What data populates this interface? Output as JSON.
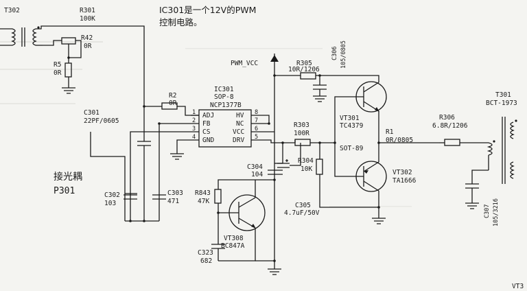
{
  "note": {
    "line1": "IC301是一个12V的PWM",
    "line2": "控制电路。"
  },
  "ic": {
    "ref": "IC301",
    "package": "SOP-8",
    "part": "NCP1377B",
    "pin_nums_left": [
      "1",
      "2",
      "3",
      "4"
    ],
    "pin_names_left": [
      "ADJ",
      "FB",
      "CS",
      "GND"
    ],
    "pin_nums_right": [
      "8",
      "7",
      "6",
      "5"
    ],
    "pin_names_right": [
      "HV",
      "NC",
      "VCC",
      "DRV"
    ]
  },
  "net": {
    "pwm_vcc": "PWM_VCC"
  },
  "opto": {
    "line1": "接光耦",
    "line2": "P301"
  },
  "components": {
    "t302": "T302",
    "r301": {
      "ref": "R301",
      "value": "100K"
    },
    "r42": {
      "ref": "R42",
      "value": "0R"
    },
    "r5": {
      "ref": "R5",
      "value": "0R"
    },
    "r2": {
      "ref": "R2",
      "value": "0R"
    },
    "c301": {
      "ref": "C301",
      "value": "22PF/0605"
    },
    "c302": {
      "ref": "C302",
      "value": "103"
    },
    "c303": {
      "ref": "C303",
      "value": "471"
    },
    "r305": {
      "ref": "R305",
      "value": "10R/1206"
    },
    "c306": {
      "ref": "C306",
      "value": "105/0805"
    },
    "vt301": {
      "ref": "VT301",
      "value": "TC4379"
    },
    "r303": {
      "ref": "R303",
      "value": "100R"
    },
    "sot": "SOT-89",
    "r304": {
      "ref": "R304",
      "value": "10K"
    },
    "c304": {
      "ref": "C304",
      "value": "104"
    },
    "r1": {
      "ref": "R1",
      "value": "0R/0805"
    },
    "vt302": {
      "ref": "VT302",
      "value": "TA1666"
    },
    "r306": {
      "ref": "R306",
      "value": "6.8R/1206"
    },
    "t301": {
      "ref": "T301",
      "value": "BCT-1973"
    },
    "c307": {
      "ref": "C307",
      "value": "105/3216"
    },
    "c305": {
      "ref": "C305",
      "value": "4.7uF/50V"
    },
    "r843": {
      "ref": "R843",
      "value": "47K"
    },
    "vt308": {
      "ref": "VT308",
      "value": "BC847A"
    },
    "c323": {
      "ref": "C323",
      "value": "682"
    }
  },
  "corner_text": "VT3"
}
